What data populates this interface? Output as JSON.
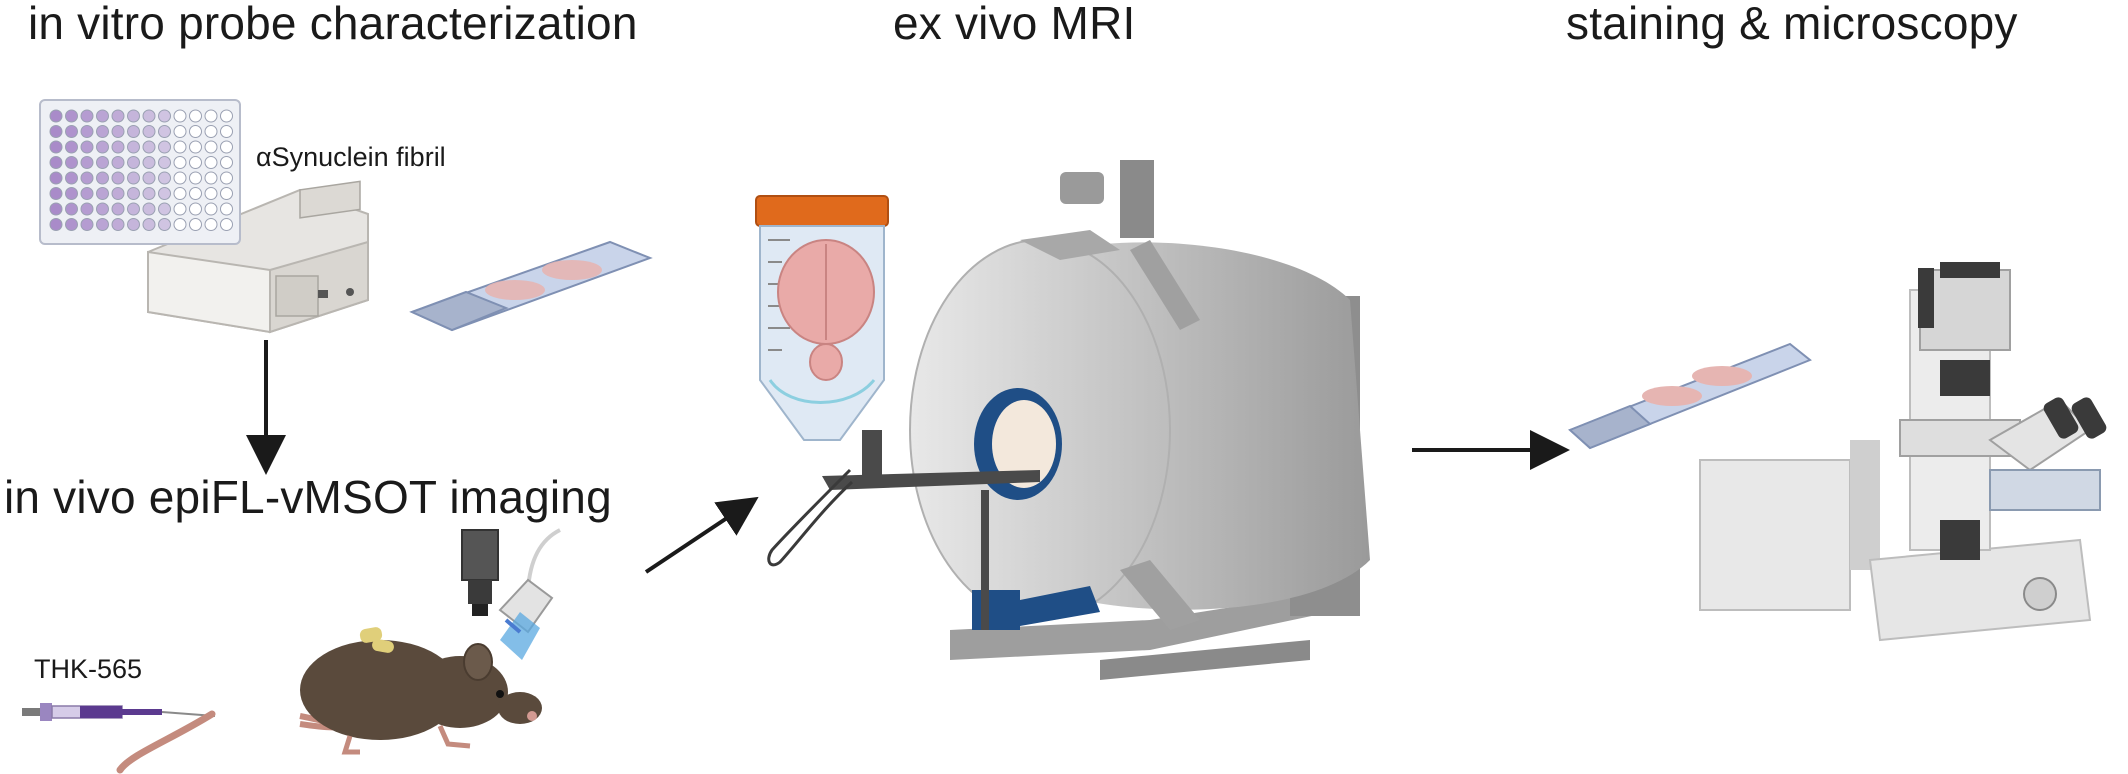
{
  "labels": {
    "invitro_title": "in vitro probe characterization",
    "exvivo_title": "ex vivo MRI",
    "staining_title": "staining & microscopy",
    "invivo_title": "in vivo epiFL-vMSOT imaging",
    "fibril_label": "αSynuclein fibril",
    "probe_label": "THK-565"
  },
  "icons": {
    "well_plate": "well-plate-icon",
    "plate_reader": "plate-reader-icon",
    "glass_slide": "glass-slide-icon",
    "mouse": "mouse-icon",
    "syringe": "syringe-icon",
    "camera": "camera-icon",
    "ultrasound_probe": "ultrasound-probe-icon",
    "tube_with_brain": "falcon-tube-brain-icon",
    "mri_scanner": "mri-scanner-icon",
    "microscope": "microscope-icon"
  },
  "colors": {
    "plate_wells": "#a98bc9",
    "tube_cap": "#e06a1c",
    "brain": "#e9aaa8",
    "mri_bore_ring": "#1f4e86",
    "mouse_body": "#5a4a3c",
    "syringe_fluid": "#5b3a8f"
  }
}
